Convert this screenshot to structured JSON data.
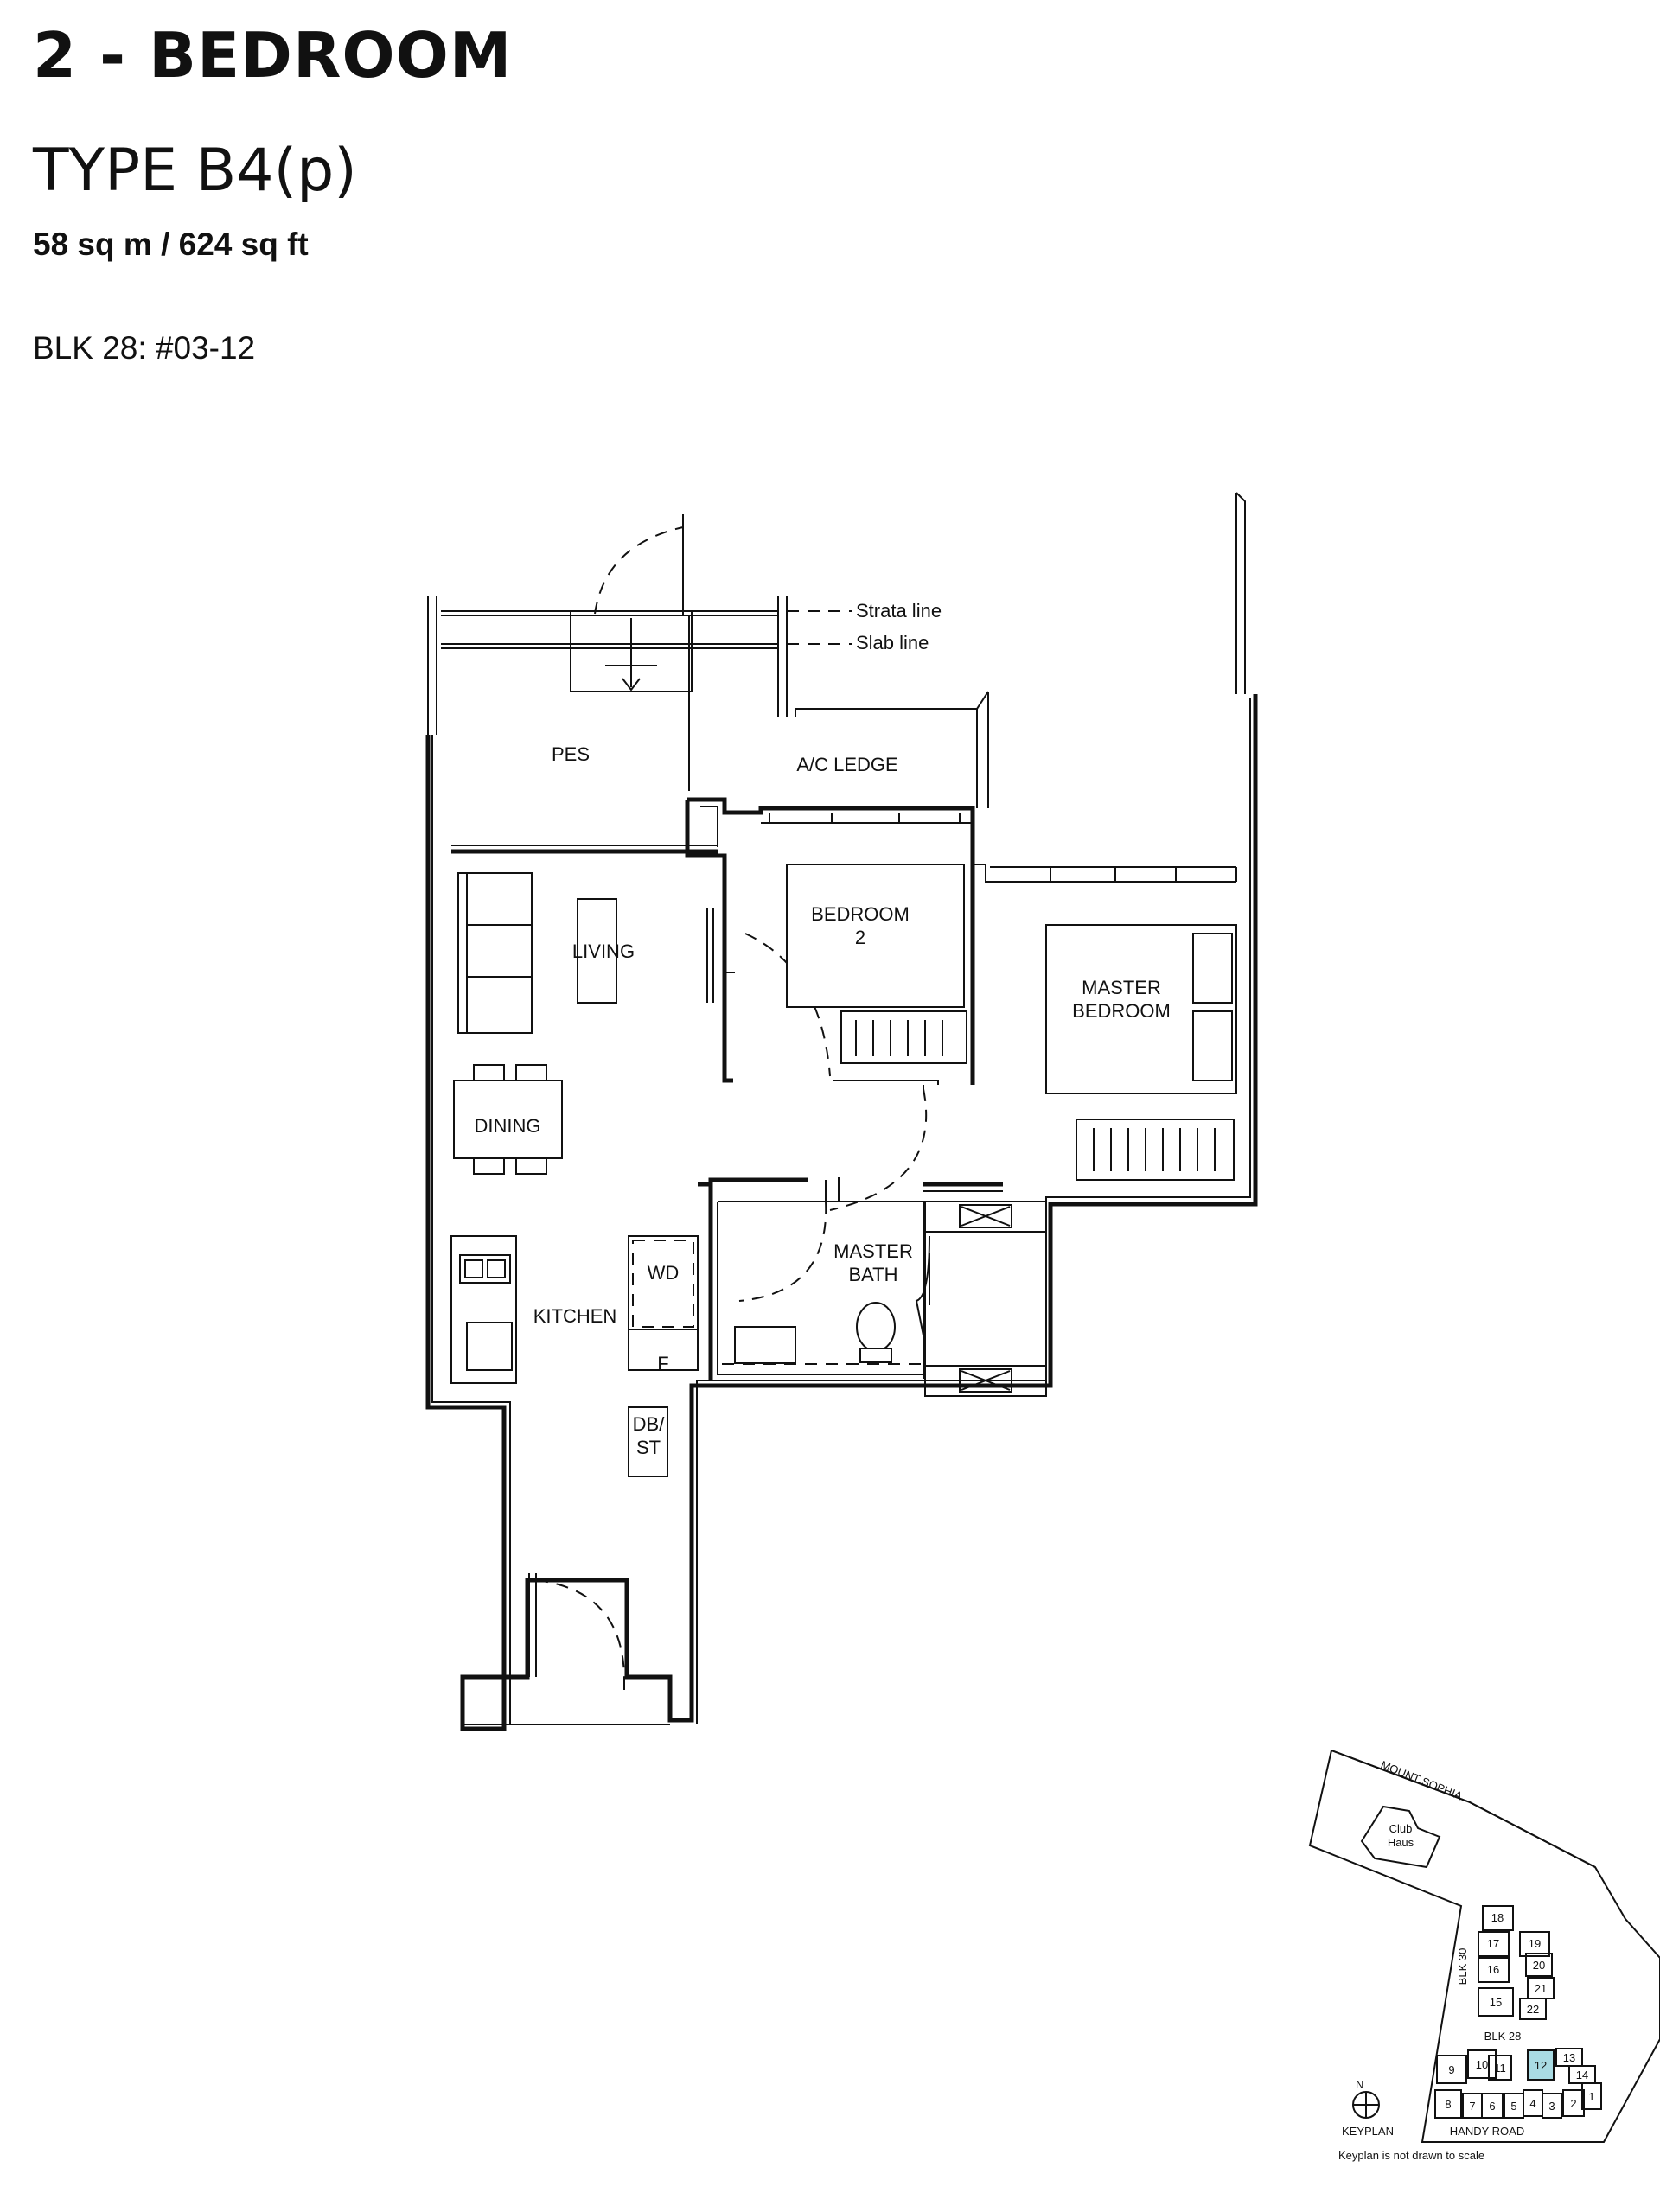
{
  "header": {
    "category": "2 - BEDROOM",
    "unit_type": "TYPE B4(p)",
    "area": "58 sq m / 624 sq ft",
    "unit_ref": "BLK 28: #03-12"
  },
  "floor_plan": {
    "rooms": {
      "pes": "PES",
      "ac_ledge": "A/C LEDGE",
      "bedroom2_line1": "BEDROOM",
      "bedroom2_line2": "2",
      "living": "LIVING",
      "master_bedroom_line1": "MASTER",
      "master_bedroom_line2": "BEDROOM",
      "dining": "DINING",
      "master_bath_line1": "MASTER",
      "master_bath_line2": "BATH",
      "kitchen": "KITCHEN",
      "wd": "WD",
      "fridge": "F",
      "dbst_line1": "DB/",
      "dbst_line2": "ST"
    },
    "legend": {
      "strata_line": "Strata line",
      "slab_line": "Slab line"
    }
  },
  "keyplan": {
    "road_top": "MOUNT SOPHIA",
    "clubhouse_line1": "Club",
    "clubhouse_line2": "Haus",
    "blk30": "BLK 30",
    "blk28": "BLK 28",
    "road_bottom": "HANDY ROAD",
    "label": "KEYPLAN",
    "note": "Keyplan is not drawn to scale",
    "north": "N",
    "highlight_color": "#a9dbe3",
    "units_upper": [
      "18",
      "17",
      "19",
      "16",
      "20",
      "21",
      "15",
      "22"
    ],
    "units_lower": [
      "9",
      "10",
      "11",
      "12",
      "13",
      "14",
      "8",
      "7",
      "6",
      "5",
      "4",
      "3",
      "2",
      "1"
    ],
    "highlighted_unit": "12"
  }
}
